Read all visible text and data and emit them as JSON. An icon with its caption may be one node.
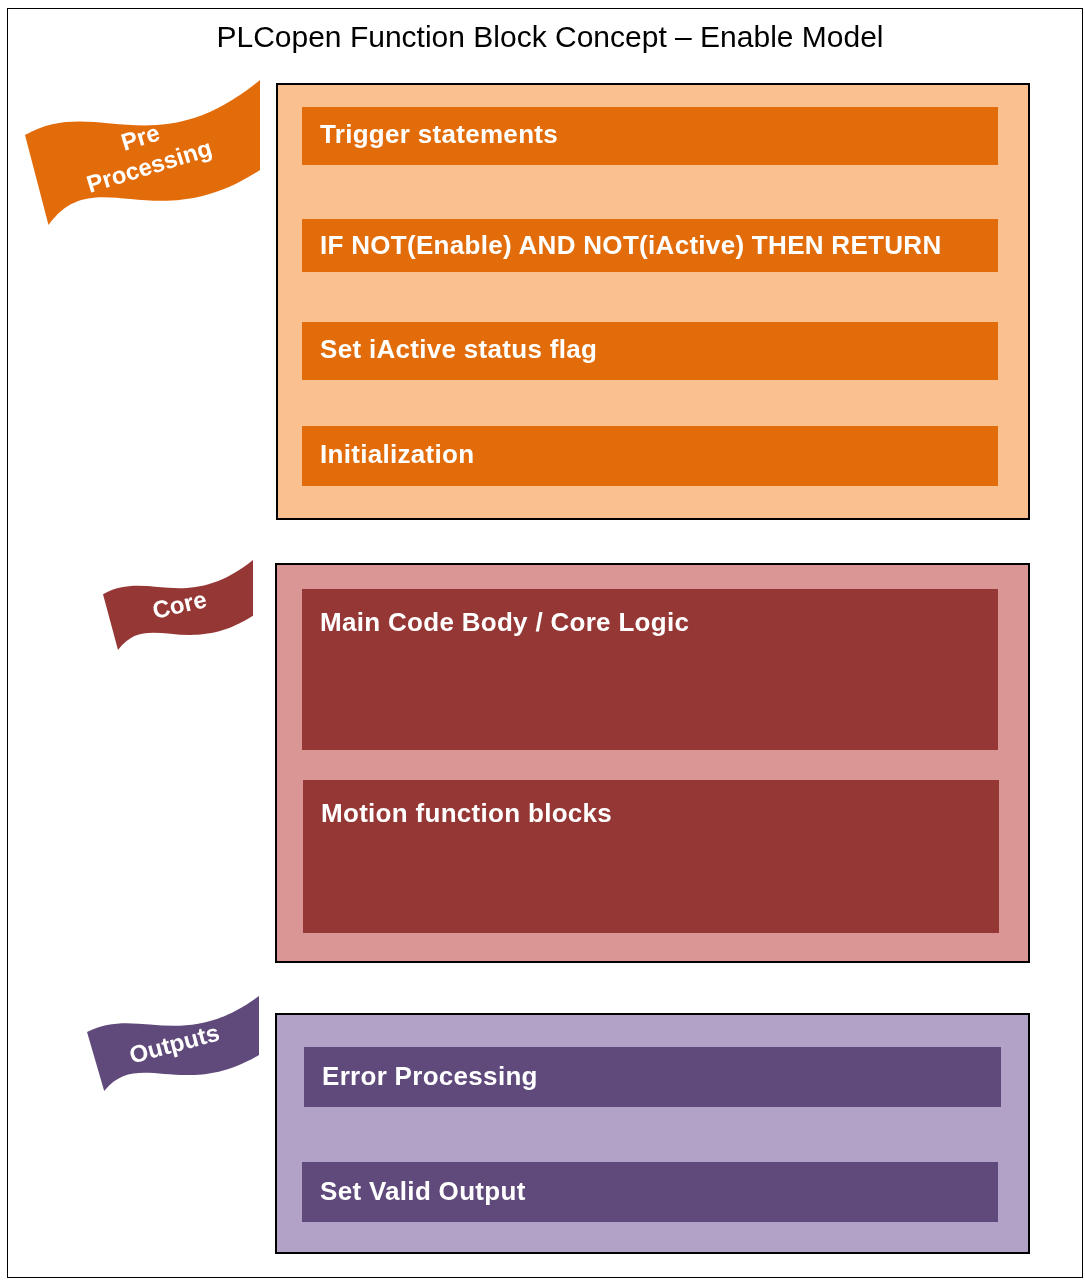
{
  "diagram": {
    "title": "PLCopen Function Block Concept – Enable Model",
    "nodes": [
      {
        "text": [
          "Pre Processing"
        ]
      },
      {
        "text": [],
        "shape": "box"
      },
      {
        "text": [
          "Trigger statements"
        ],
        "in": 1
      },
      {
        "text": [
          "IF NOT(Enable) AND NOT(iActive) THEN RETURN"
        ],
        "in": 1
      },
      {
        "text": [
          "Set iActive status flag"
        ],
        "in": 1
      },
      {
        "text": [
          "Initialization"
        ],
        "in": 1
      },
      {
        "text": [
          "Core"
        ]
      },
      {
        "text": [],
        "shape": "box"
      },
      {
        "text": [
          "Main Code Body / Core Logic"
        ],
        "in": 7
      },
      {
        "text": [
          "Motion function blocks"
        ],
        "in": 7
      },
      {
        "text": [
          "Outputs"
        ]
      },
      {
        "text": [],
        "shape": "box"
      },
      {
        "text": [
          "Error Processing"
        ],
        "in": 11
      },
      {
        "text": [
          "Set Valid Output"
        ],
        "in": 11
      }
    ],
    "edges": []
  }
}
